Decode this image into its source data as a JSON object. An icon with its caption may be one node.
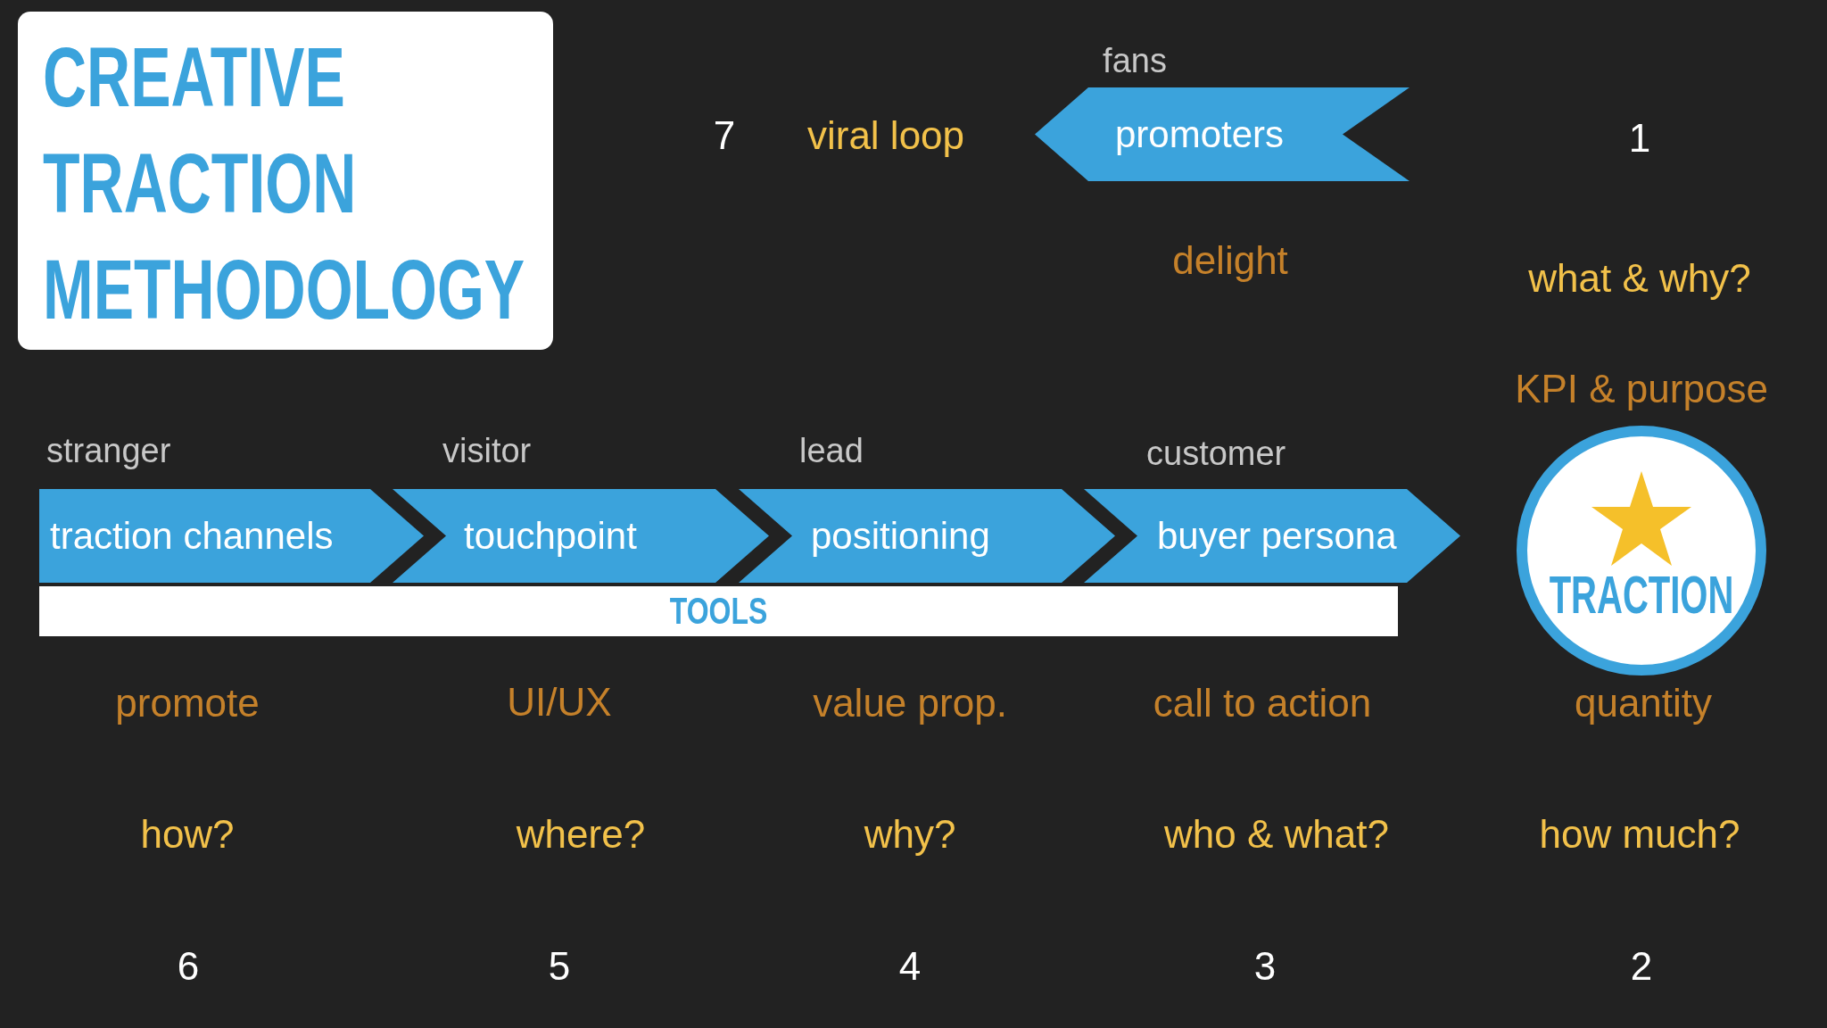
{
  "diagram": {
    "title": "CREATIVE TRACTION METHODOLOGY",
    "nodes": [
      {
        "text": [
          "promoters"
        ],
        "beside": [
          "fans"
        ]
      },
      {
        "text": [
          "traction channels"
        ],
        "beside": [
          "stranger"
        ]
      },
      {
        "text": [
          "touchpoint"
        ],
        "beside": [
          "visitor"
        ]
      },
      {
        "text": [
          "positioning"
        ],
        "beside": [
          "lead"
        ]
      },
      {
        "text": [
          "buyer persona"
        ],
        "beside": [
          "customer"
        ]
      },
      {
        "text": [
          "TOOLS"
        ]
      },
      {
        "text": [
          "TRACTION"
        ]
      }
    ],
    "labels": [
      "7",
      "viral loop",
      "1",
      "delight",
      "what & why?",
      "KPI & purpose",
      "promote",
      "UI/UX",
      "value prop.",
      "call to action",
      "quantity",
      "how?",
      "where?",
      "why?",
      "who & what?",
      "how much?",
      "6",
      "5",
      "4",
      "3",
      "2"
    ]
  }
}
